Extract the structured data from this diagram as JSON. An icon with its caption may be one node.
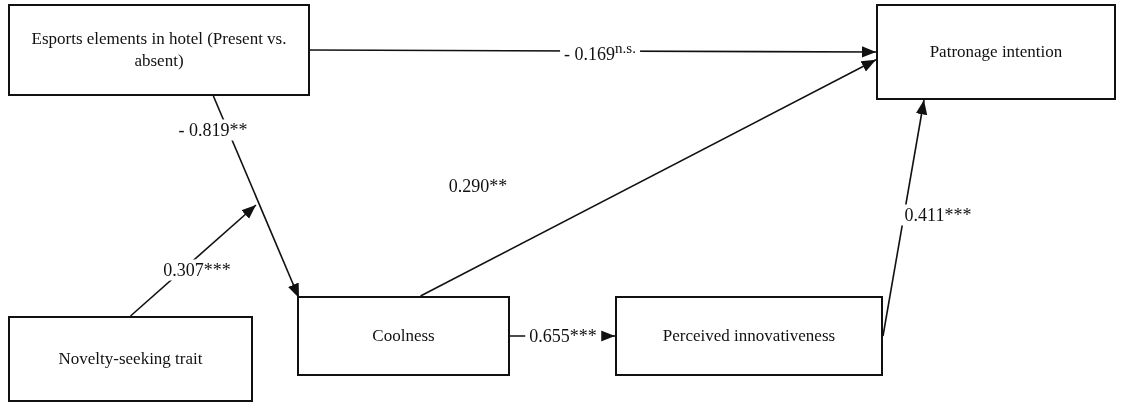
{
  "diagram": {
    "nodes": [
      {
        "text": [
          "Esports elements in hotel (Present vs. absent)"
        ]
      },
      {
        "text": [
          "Patronage intention"
        ]
      },
      {
        "text": [
          "Coolness"
        ]
      },
      {
        "text": [
          "Perceived innovativeness"
        ]
      },
      {
        "text": [
          "Novelty-seeking trait"
        ]
      }
    ],
    "edges": [
      {
        "from": 0,
        "to": 1,
        "arrow": "to",
        "label": "- 0.169$^{n.s.}$"
      },
      {
        "from": 0,
        "to": 2,
        "arrow": "to",
        "label": "- 0.819**"
      },
      {
        "from": 2,
        "to": 1,
        "arrow": "to",
        "label": "0.290**"
      },
      {
        "from": 2,
        "to": 3,
        "arrow": "to",
        "label": "0.655***"
      },
      {
        "from": 3,
        "to": 1,
        "arrow": "to",
        "label": "0.411***"
      },
      {
        "from": 4,
        "to": null,
        "arrow": "to",
        "label": "0.307***"
      }
    ]
  }
}
